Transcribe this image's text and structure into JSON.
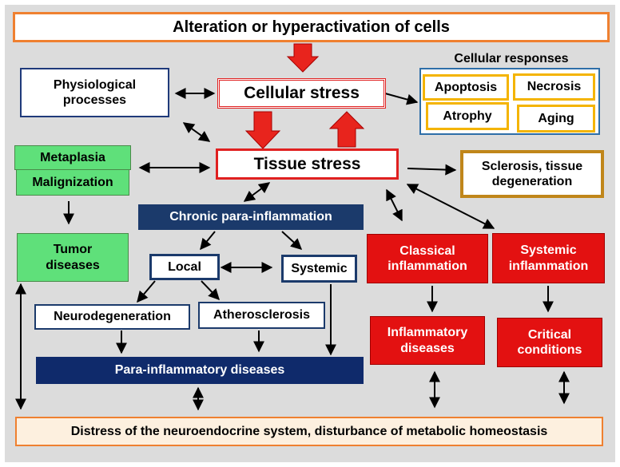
{
  "title": "Alteration or hyperactivation of cells",
  "cellular_stress": "Cellular stress",
  "tissue_stress": "Tissue stress",
  "physiological": "Physiological\nprocesses",
  "cellular_responses": {
    "heading": "Cellular responses",
    "items": [
      "Apoptosis",
      "Necrosis",
      "Atrophy",
      "Aging"
    ]
  },
  "metaplasia": "Metaplasia",
  "malignization": "Malignization",
  "tumor": "Tumor\ndiseases",
  "sclerosis": "Sclerosis, tissue\ndegeneration",
  "chronic": "Chronic para-inflammation",
  "local": "Local",
  "systemic": "Systemic",
  "neurodegeneration": "Neurodegeneration",
  "atherosclerosis": "Atherosclerosis",
  "para_diseases": "Para-inflammatory diseases",
  "classical": "Classical\ninflammation",
  "systemic_inflammation": "Systemic\ninflammation",
  "inflammatory_diseases": "Inflammatory\ndiseases",
  "critical": "Critical\nconditions",
  "distress": "Distress of the neuroendocrine system, disturbance of metabolic homeostasis"
}
